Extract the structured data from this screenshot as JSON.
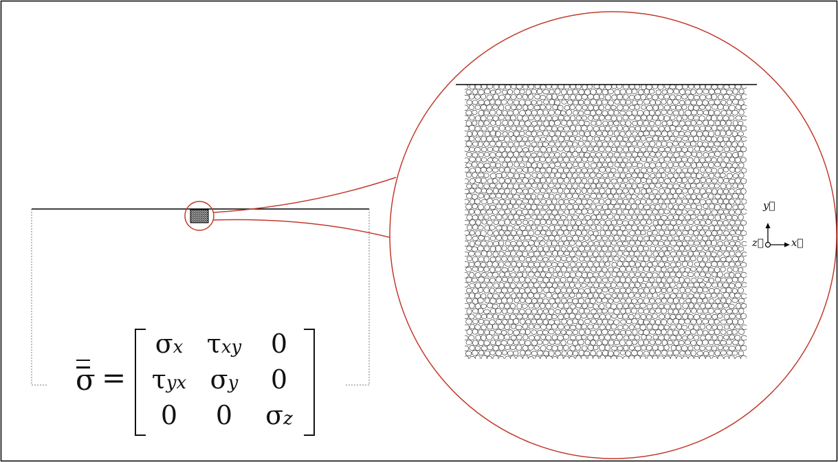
{
  "matrix": {
    "symbol": "σ",
    "equals": "=",
    "rows": [
      [
        {
          "base": "σ",
          "sub": "x"
        },
        {
          "base": "τ",
          "sub": "xy"
        },
        {
          "base": "0",
          "sub": ""
        }
      ],
      [
        {
          "base": "τ",
          "sub": "yx"
        },
        {
          "base": "σ",
          "sub": "y"
        },
        {
          "base": "0",
          "sub": ""
        }
      ],
      [
        {
          "base": "0",
          "sub": ""
        },
        {
          "base": "0",
          "sub": ""
        },
        {
          "base": "σ",
          "sub": "z"
        }
      ]
    ]
  },
  "axes": {
    "y_label": "y⃗",
    "z_label": "z⃗",
    "x_label": "x⃗"
  },
  "colors": {
    "zoom_circle": "#c0392b",
    "line": "#000000",
    "cells_stroke": "#3a3a3a"
  }
}
